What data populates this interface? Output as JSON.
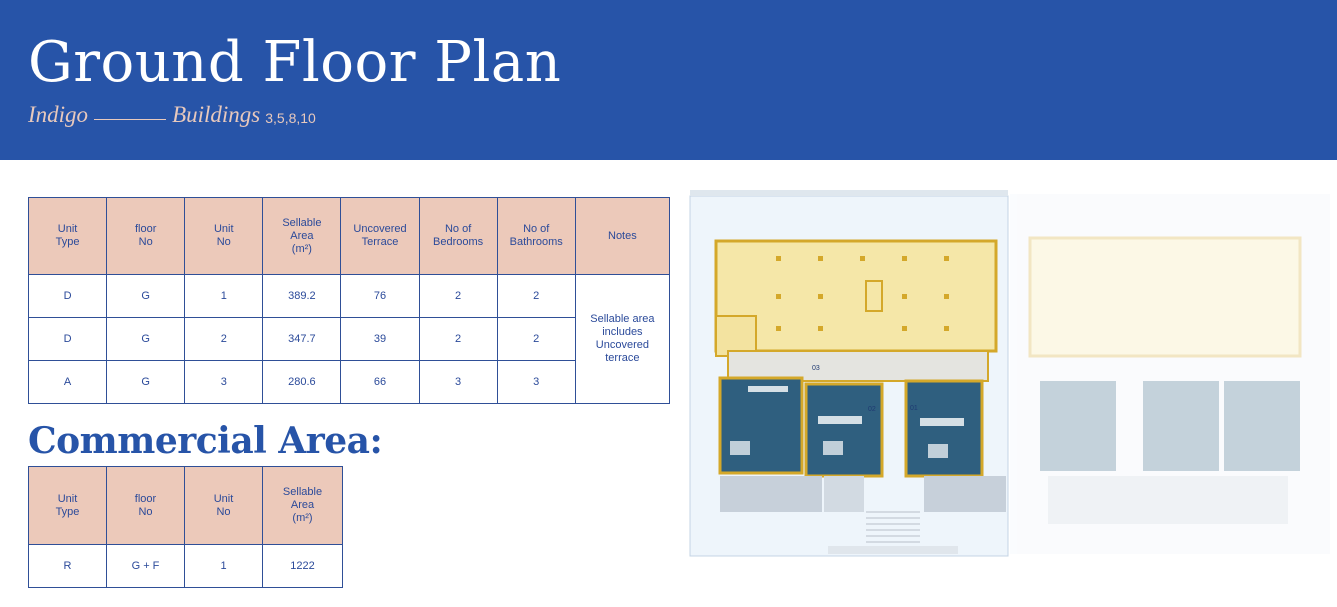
{
  "header": {
    "title": "Ground Floor Plan",
    "subtitle_left": "Indigo",
    "subtitle_right": "Buildings",
    "building_numbers": "3,5,8,10",
    "background_color": "#2754a8",
    "accent_color": "#e8c9bd"
  },
  "units_table": {
    "headers": [
      "Unit\nType",
      "floor\nNo",
      "Unit\nNo",
      "Sellable\nArea\n(m²)",
      "Uncovered\nTerrace",
      "No of\nBedrooms",
      "No of\nBathrooms",
      "Notes"
    ],
    "rows": [
      [
        "D",
        "G",
        "1",
        "389.2",
        "76",
        "2",
        "2"
      ],
      [
        "D",
        "G",
        "2",
        "347.7",
        "39",
        "2",
        "2"
      ],
      [
        "A",
        "G",
        "3",
        "280.6",
        "66",
        "3",
        "3"
      ]
    ],
    "notes": "Sellable area includes Uncovered terrace",
    "header_color": "#ecc9ba"
  },
  "commercial": {
    "heading": "Commercial Area:",
    "headers": [
      "Unit\nType",
      "floor\nNo",
      "Unit\nNo",
      "Sellable\nArea\n(m²)"
    ],
    "rows": [
      [
        "R",
        "G + F",
        "1",
        "1222"
      ]
    ]
  },
  "floor_plan": {
    "unit_labels": [
      "01",
      "02",
      "03"
    ],
    "unit_color": "#2f5f7f",
    "commercial_color": "#f5e7a8",
    "wall_color": "#d4a82a"
  }
}
